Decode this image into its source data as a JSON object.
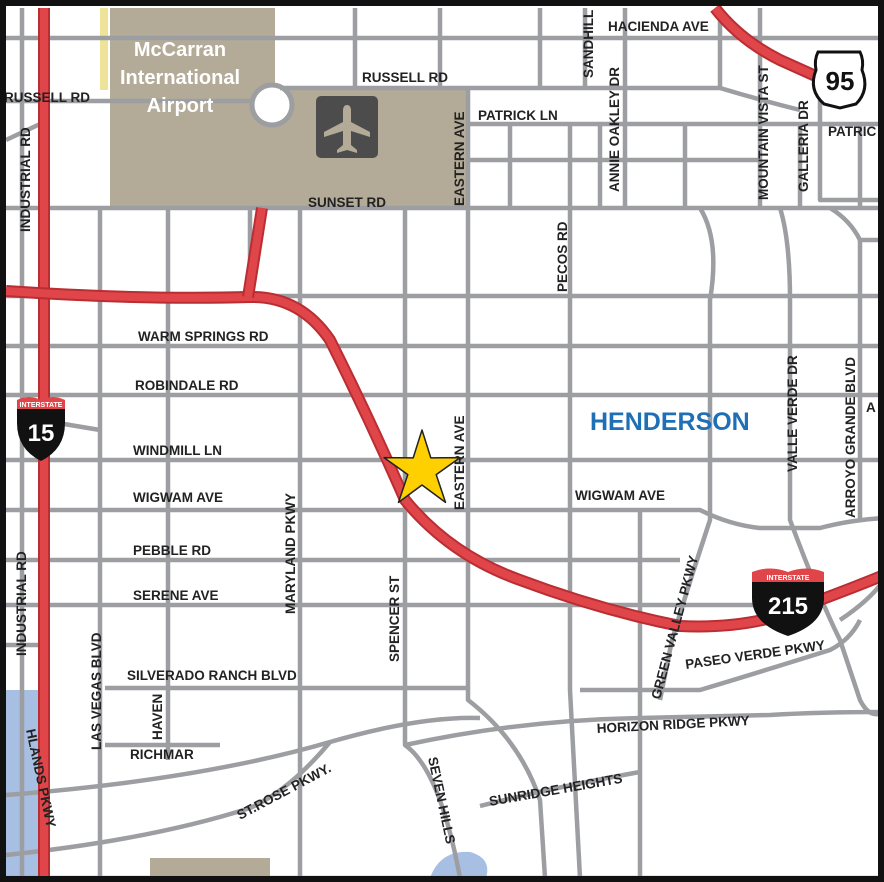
{
  "colors": {
    "road": "#9c9ea2",
    "freeway": "#e0454a",
    "freeway_outline": "#b92e33",
    "airport": "#b3ab97",
    "water": "#a7bfe3",
    "city": "#1f6fb6",
    "star": "#ffd000",
    "frame": "#111111"
  },
  "airport": {
    "name_line1": "McCarran",
    "name_line2": "International",
    "name_line3": "Airport",
    "icon": "airplane-icon"
  },
  "city_label": "HENDERSON",
  "marker": {
    "icon": "star-icon",
    "description": "location"
  },
  "shields": {
    "i15": {
      "banner": "INTERSTATE",
      "number": "15"
    },
    "i215": {
      "banner": "INTERSTATE",
      "number": "215"
    },
    "us95": {
      "number": "95"
    }
  },
  "streets": {
    "russell_rd": "RUSSELL RD",
    "russell_rd_west": "RUSSELL RD",
    "hacienda_ave": "HACIENDA AVE",
    "patrick_ln": "PATRICK LN",
    "patrick_east": "PATRIC",
    "sunset_rd": "SUNSET RD",
    "eastern_ave_north": "EASTERN AVE",
    "eastern_ave_south": "EASTERN AVE",
    "sandhill": "SANDHILL",
    "annie_oakley_dr": "ANNIE OAKLEY DR",
    "mountain_vista_st": "MOUNTAIN VISTA ST",
    "galleria_dr": "GALLERIA DR",
    "industrial_rd_north": "INDUSTRIAL RD",
    "industrial_rd_south": "INDUSTRIAL RD",
    "pecos_rd": "PECOS RD",
    "warm_springs_rd": "WARM SPRINGS RD",
    "robindale_rd": "ROBINDALE RD",
    "windmill_ln": "WINDMILL LN",
    "wigwam_ave_west": "WIGWAM AVE",
    "wigwam_ave_east": "WIGWAM AVE",
    "pebble_rd": "PEBBLE RD",
    "serene_ave": "SERENE AVE",
    "silverado_ranch_blvd": "SILVERADO RANCH BLVD",
    "richmar": "RICHMAR",
    "haven": "HAVEN",
    "las_vegas_blvd": "LAS VEGAS BLVD",
    "maryland_pkwy": "MARYLAND PKWY",
    "spencer_st": "SPENCER ST",
    "seven_hills": "SEVEN HILLS",
    "st_rose_pkwy": "ST.ROSE PKWY.",
    "sunridge_heights": "SUNRIDGE HEIGHTS",
    "horizon_ridge_pkwy": "HORIZON RIDGE PKWY",
    "paseo_verde_pkwy": "PASEO VERDE PKWY",
    "green_valley_pkwy": "GREEN VALLEY PKWY",
    "valle_verde_dr": "VALLE VERDE DR",
    "arroyo_grande_blvd": "ARROYO GRANDE BLVD",
    "highlands_pkwy": "HLANDS PKWY",
    "edge_a": "A"
  }
}
